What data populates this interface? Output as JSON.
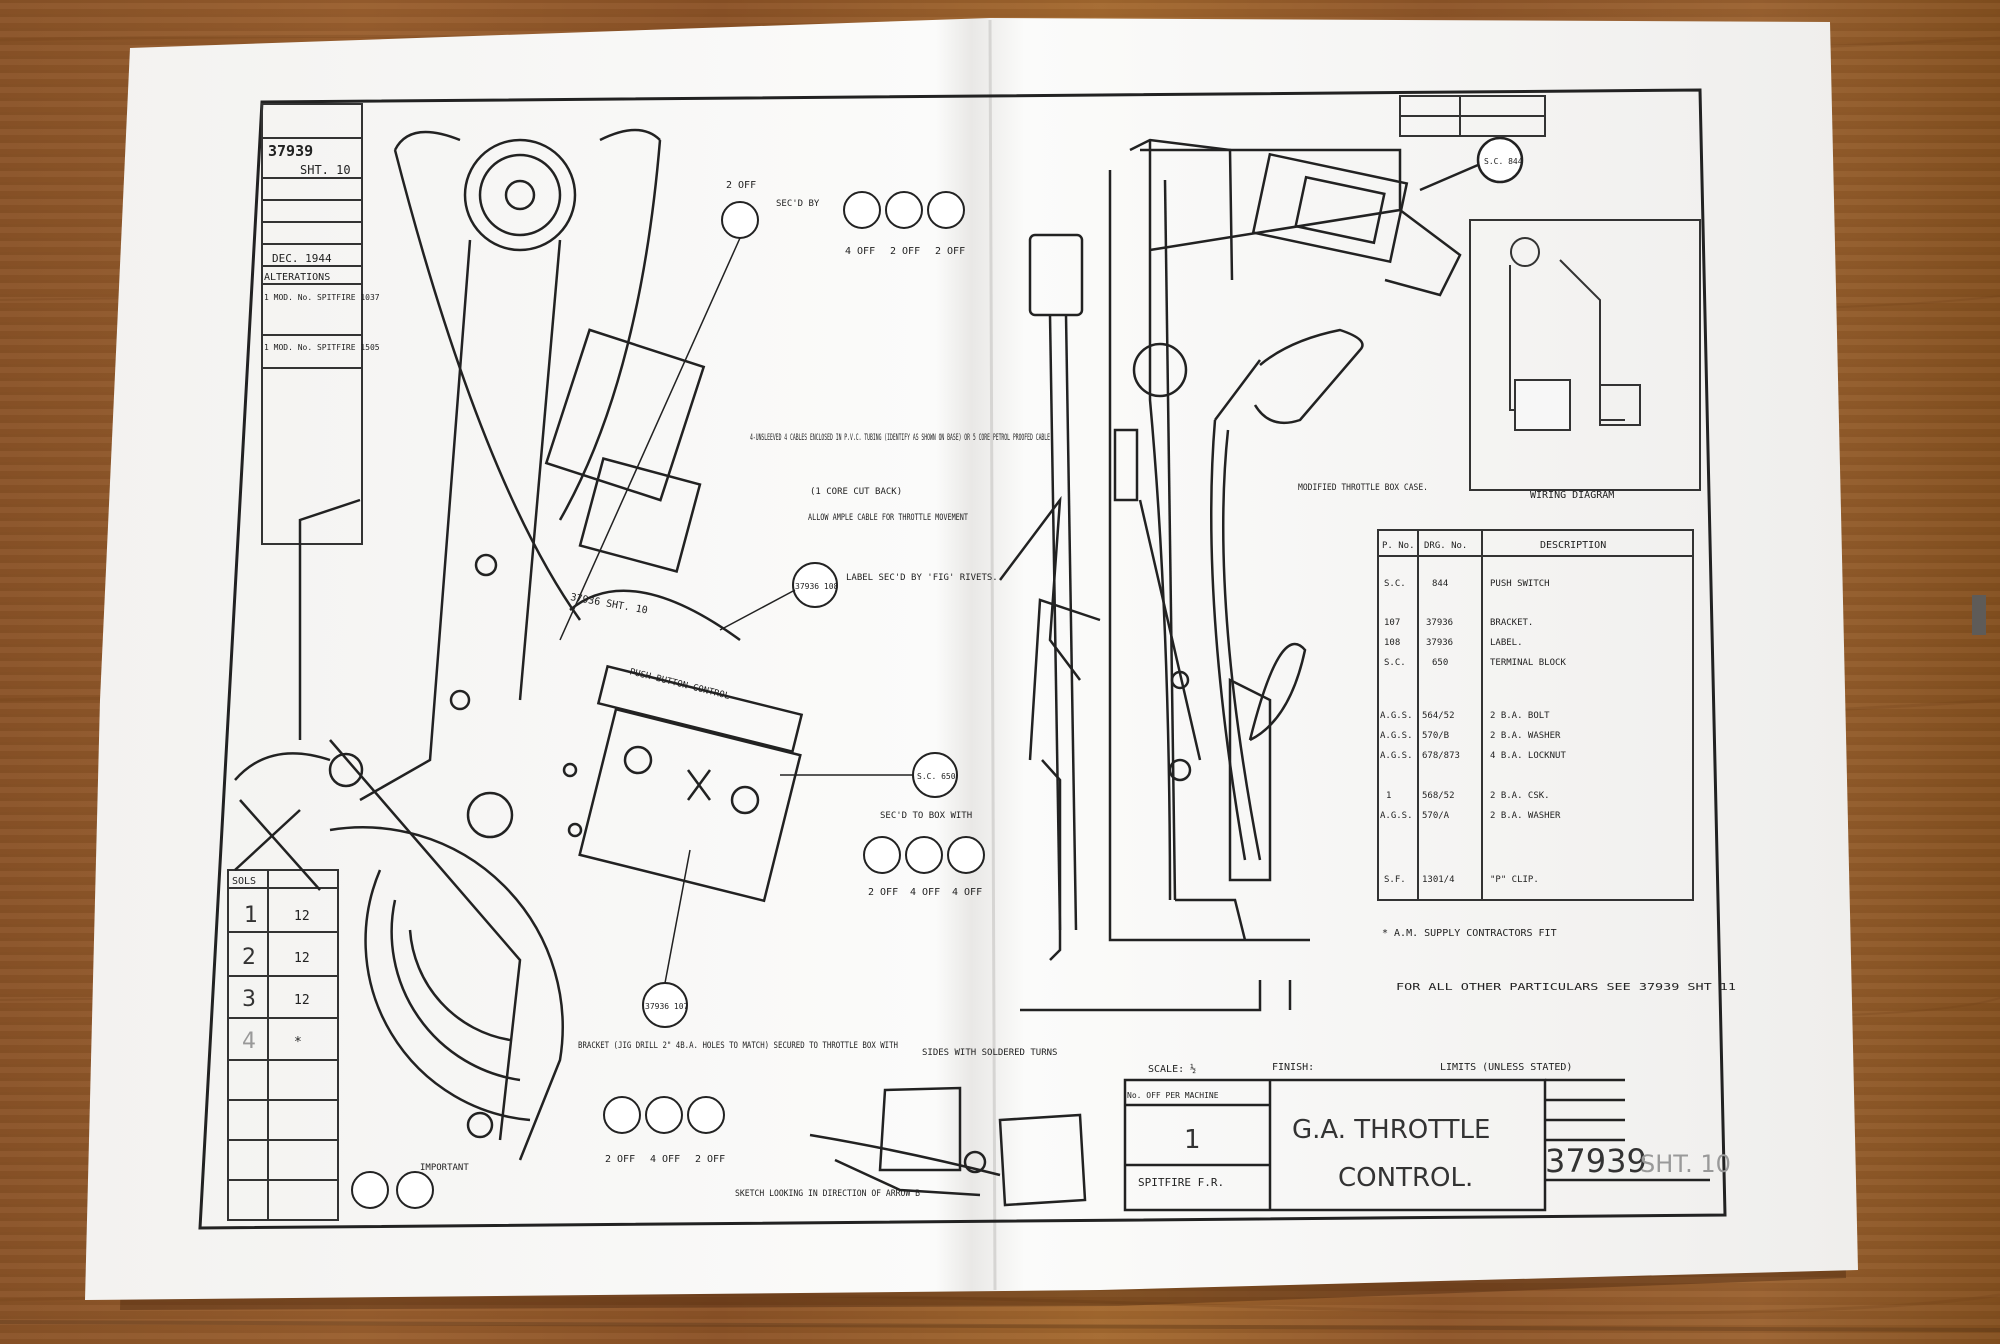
{
  "drawing": {
    "title_lines": [
      "G.A. THROTTLE",
      "CONTROL."
    ],
    "drawing_number": "37939",
    "sheet_ref": "SHT. 10",
    "date": "DEC. 1944",
    "scale_label": "SCALE: ½",
    "finish_label": "FINISH:",
    "limits_label": "LIMITS (UNLESS STATED)",
    "no_off_header": "No. OFF PER MACHINE",
    "quantity": "1",
    "aircraft": "SPITFIRE F.R.",
    "alterations_header": "ALTERATIONS",
    "alterations": [
      "1  MOD. No. SPITFIRE 1037",
      "1  MOD. No. SPITFIRE 1505"
    ],
    "number_table_header": "SOLS",
    "number_rows": [
      [
        "1",
        "12"
      ],
      [
        "2",
        "12"
      ],
      [
        "3",
        "12"
      ],
      [
        "4",
        "*"
      ]
    ],
    "parts_table_headers": [
      "P. No.",
      "DRG. No.",
      "DESCRIPTION"
    ],
    "parts": [
      [
        "S.C.",
        "844",
        "PUSH SWITCH"
      ],
      [
        "107",
        "37936",
        "BRACKET."
      ],
      [
        "108",
        "37936",
        "LABEL."
      ],
      [
        "S.C.",
        "650",
        "TERMINAL BLOCK"
      ],
      [
        "A.G.S.",
        "564/52",
        "2 B.A. BOLT"
      ],
      [
        "A.G.S.",
        "570/B",
        "2 B.A. WASHER"
      ],
      [
        "A.G.S.",
        "678/873",
        "4 B.A. LOCKNUT"
      ],
      [
        "1",
        "568/52",
        "2 B.A. CSK."
      ],
      [
        "A.G.S.",
        "570/A",
        "2 B.A. WASHER"
      ],
      [
        "S.F.",
        "1301/4",
        "\"P\" CLIP."
      ]
    ],
    "notes": [
      "4-UNSLEEVED 4 CABLES ENCLOSED IN P.V.C. TUBING (IDENTIFY AS SHOWN ON BASE) OR 5 CORE PETROL PROOFED CABLE",
      "(1 CORE CUT BACK)",
      "ALLOW AMPLE CABLE FOR THROTTLE MOVEMENT",
      "LABEL SEC'D BY 'FIG' RIVETS.",
      "BRACKET (JIG DRILL 2\" 4B.A. HOLES TO MATCH) SECURED TO THROTTLE BOX WITH",
      "SEC'D TO BOX WITH",
      "SEC'D BY",
      "SKETCH LOOKING IN DIRECTION OF ARROW B",
      "MODIFIED THROTTLE BOX CASE.",
      "WIRING DIAGRAM",
      "* A.M. SUPPLY CONTRACTORS FIT",
      "FOR ALL OTHER PARTICULARS SEE 37939 SHT 11",
      "IMPORTANT",
      "SIDES WITH SOLDERED TURNS"
    ],
    "callouts": [
      "S.C. 844",
      "S.C. 650",
      "37936 108",
      "37936 107",
      "37936 SHT. 10"
    ],
    "quantities": [
      "2 OFF",
      "4 OFF",
      "2 OFF",
      "2 OFF",
      "2 OFF",
      "4 OFF",
      "4 OFF",
      "2 OFF",
      "4 OFF",
      "2 OFF"
    ],
    "label_plate_text": "PUSH BUTTON CONTROL"
  }
}
